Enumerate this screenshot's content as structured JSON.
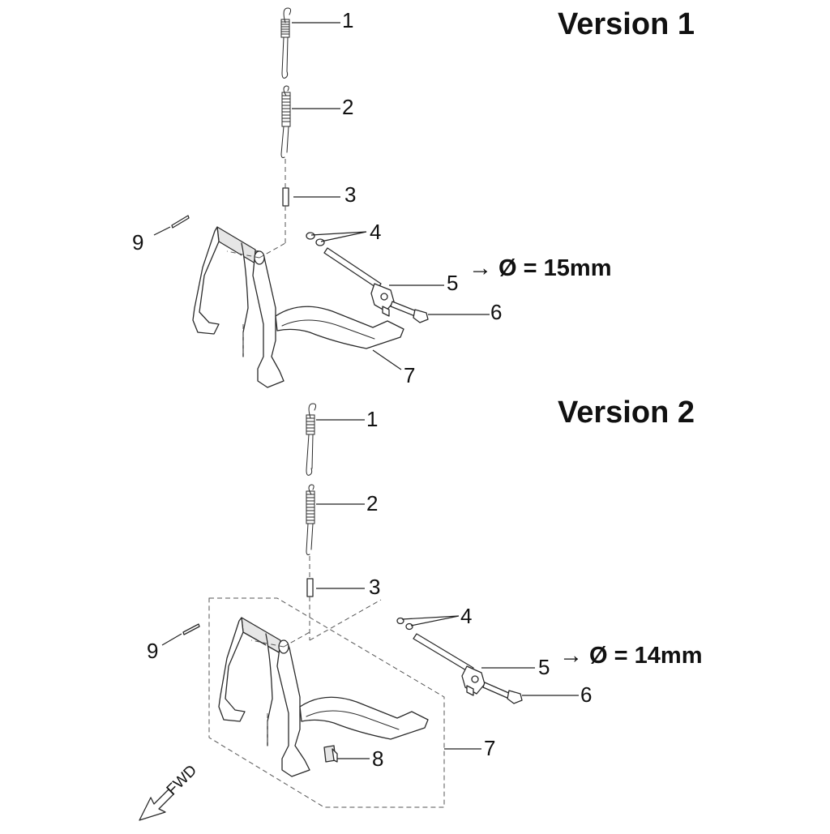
{
  "versions": [
    {
      "title": "Version 1",
      "diameter_note": "→ Ø = 15mm",
      "callouts": [
        {
          "id": "1",
          "label": "1"
        },
        {
          "id": "2",
          "label": "2"
        },
        {
          "id": "3",
          "label": "3"
        },
        {
          "id": "4",
          "label": "4"
        },
        {
          "id": "5",
          "label": "5"
        },
        {
          "id": "6",
          "label": "6"
        },
        {
          "id": "7",
          "label": "7"
        },
        {
          "id": "9",
          "label": "9"
        }
      ]
    },
    {
      "title": "Version 2",
      "diameter_note": "→ Ø = 14mm",
      "callouts": [
        {
          "id": "1",
          "label": "1"
        },
        {
          "id": "2",
          "label": "2"
        },
        {
          "id": "3",
          "label": "3"
        },
        {
          "id": "4",
          "label": "4"
        },
        {
          "id": "5",
          "label": "5"
        },
        {
          "id": "6",
          "label": "6"
        },
        {
          "id": "7",
          "label": "7"
        },
        {
          "id": "8",
          "label": "8"
        },
        {
          "id": "9",
          "label": "9"
        }
      ]
    }
  ],
  "direction_label": "FWD"
}
